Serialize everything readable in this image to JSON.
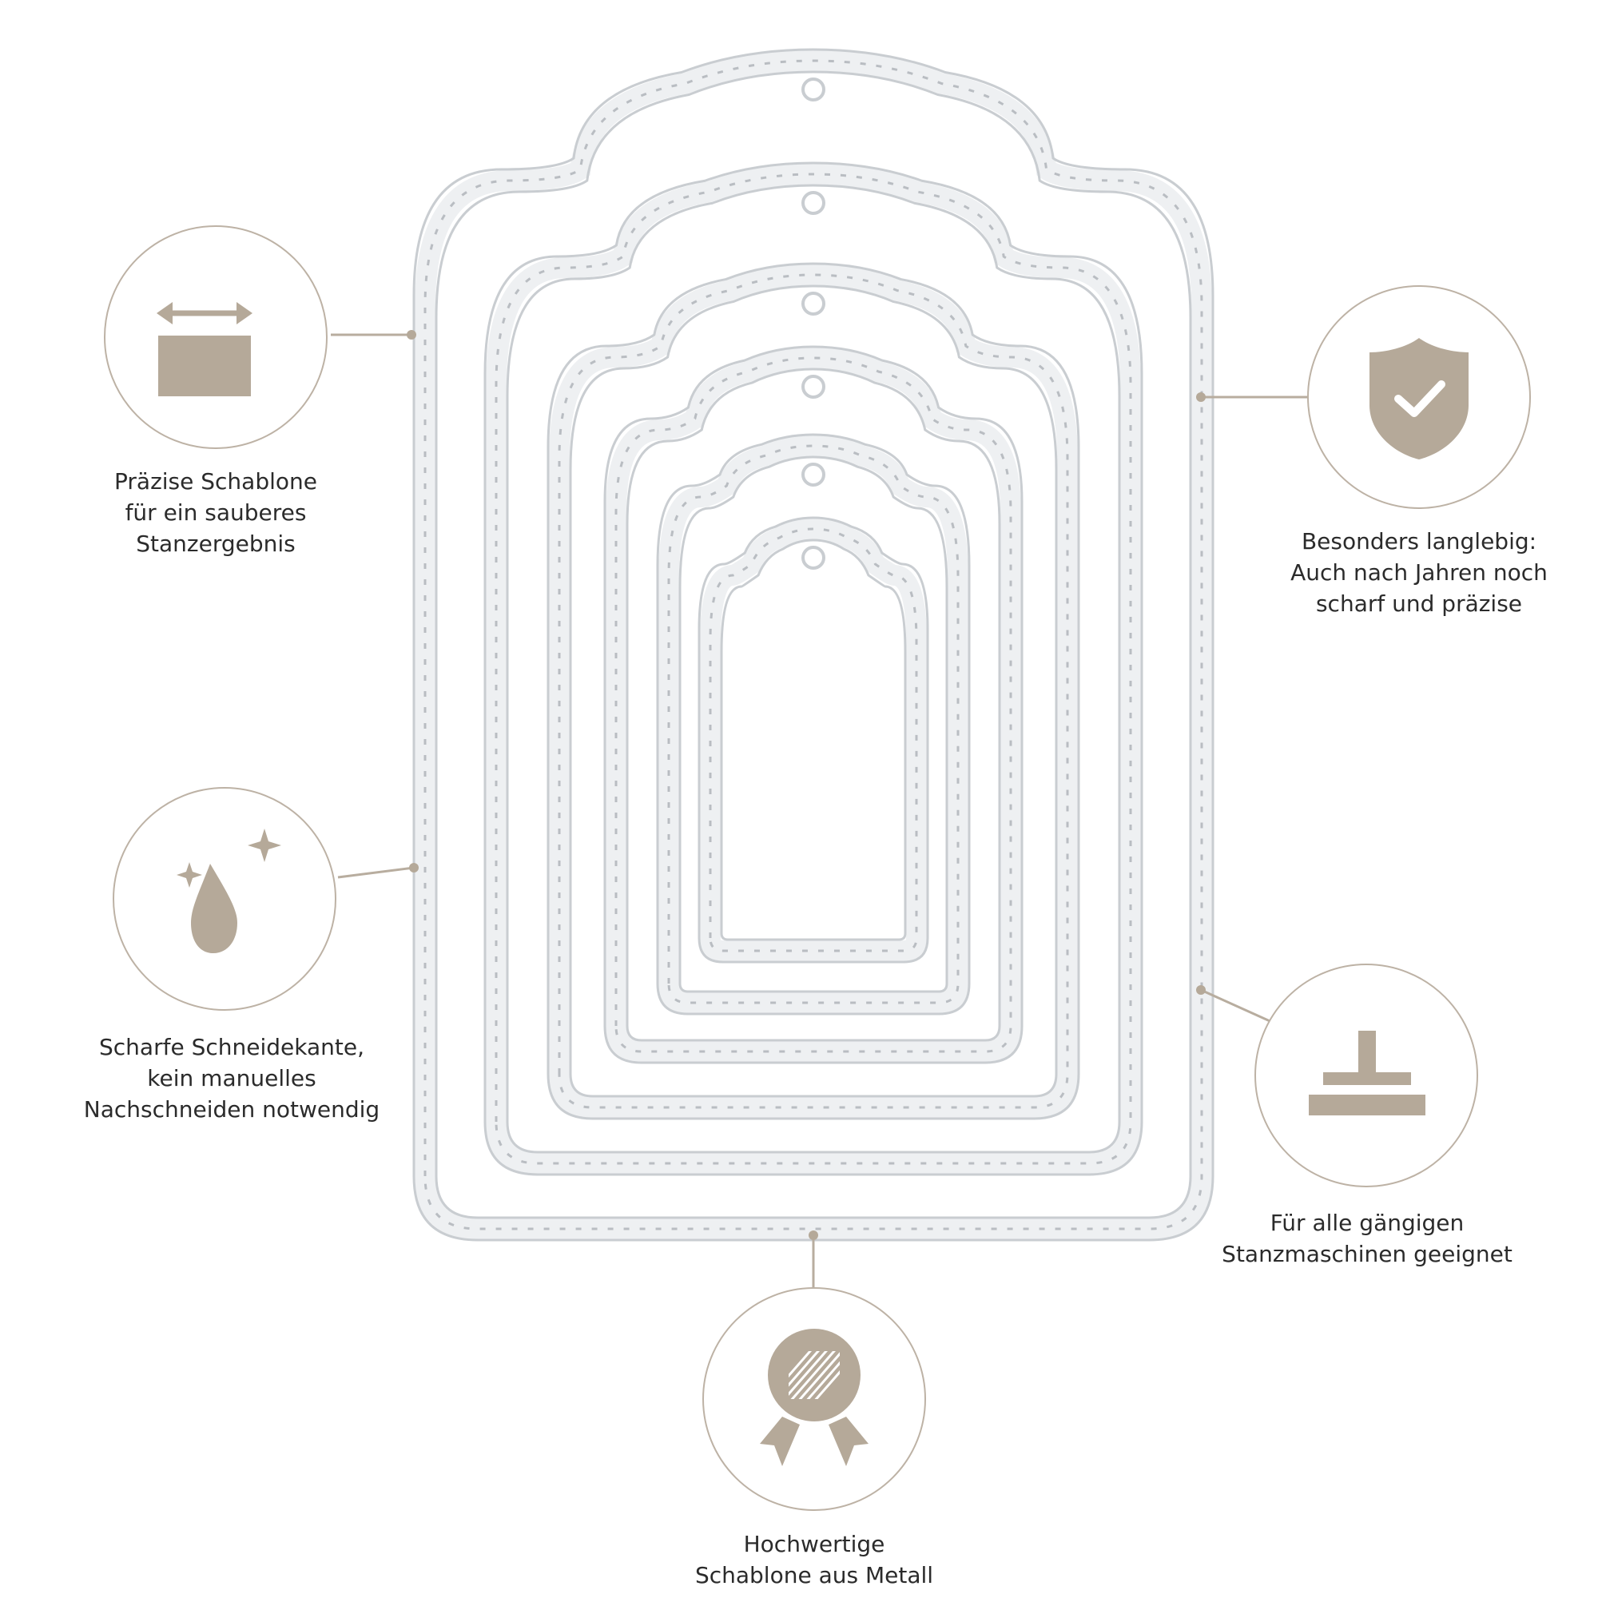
{
  "colors": {
    "accent": "#b5a999",
    "circle_border": "#bdb2a5",
    "connector": "#b8ad9f",
    "text": "#2b2b2b",
    "metal_edge": "#c9cdd1",
    "metal_fill": "#eef0f2",
    "stitch": "#b9bdc2"
  },
  "features": [
    {
      "id": "precise",
      "icon": "width-arrow-block-icon",
      "lines": [
        "Präzise Schablone",
        "für ein sauberes",
        "Stanzergebnis"
      ]
    },
    {
      "id": "durable",
      "icon": "shield-check-icon",
      "lines": [
        "Besonders langlebig:",
        "Auch nach Jahren noch",
        "scharf und präzise"
      ]
    },
    {
      "id": "sharp",
      "icon": "drop-sparkle-icon",
      "lines": [
        "Scharfe Schneidekante,",
        "kein manuelles",
        "Nachschneiden notwendig"
      ]
    },
    {
      "id": "machines",
      "icon": "die-cut-press-icon",
      "lines": [
        "Für alle gängigen",
        "Stanzmaschinen geeignet"
      ]
    },
    {
      "id": "metal",
      "icon": "quality-badge-icon",
      "lines": [
        "Hochwertige",
        "Schablone aus Metall"
      ]
    }
  ],
  "product": {
    "icon": "nested-tag-dies-image",
    "tag_count": 6
  }
}
